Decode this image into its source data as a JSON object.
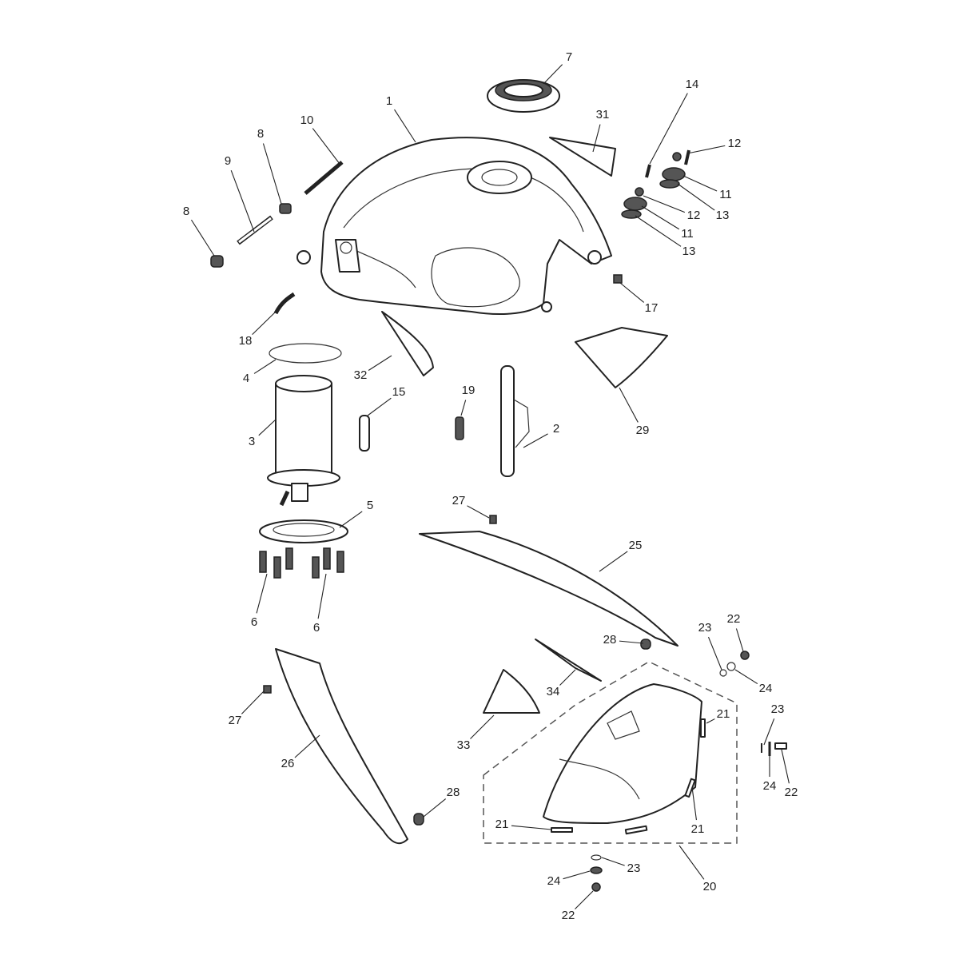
{
  "diagram": {
    "title_hidden": "",
    "callouts": [
      "1",
      "7",
      "10",
      "8",
      "9",
      "8",
      "31",
      "14",
      "12",
      "11",
      "13",
      "12",
      "11",
      "13",
      "17",
      "18",
      "4",
      "32",
      "15",
      "19",
      "2",
      "29",
      "3",
      "5",
      "27",
      "25",
      "6",
      "6",
      "28",
      "23",
      "22",
      "24",
      "21",
      "23",
      "27",
      "34",
      "33",
      "26",
      "24",
      "22",
      "28",
      "21",
      "21",
      "23",
      "24",
      "20",
      "22"
    ]
  }
}
